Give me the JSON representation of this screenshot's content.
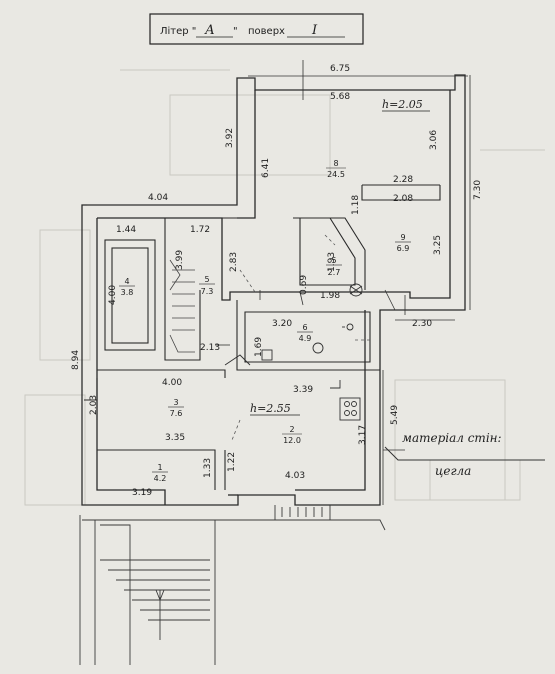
{
  "header": {
    "litera_label": "Літер \"",
    "litera_value": "А",
    "litera_close": "\"",
    "floor_label": "поверх",
    "floor_value": "I"
  },
  "dimensions": {
    "top_outer": "6.75",
    "top_inner": "5.68",
    "left_upper": "3.92",
    "room8_height": "6.41",
    "right_outer": "7.30",
    "right_upper": "3.06",
    "inner_228": "2.28",
    "inner_208": "2.08",
    "inner_118": "1.18",
    "right_lower": "3.25",
    "width_404": "4.04",
    "w_144": "1.44",
    "w_172": "1.72",
    "h_399": "3.99",
    "h_283": "2.83",
    "h_400_left": "4.00",
    "h_193": "1.93",
    "h_069": "0.69",
    "w_198": "1.98",
    "w_230": "2.30",
    "w_320": "3.20",
    "h_894": "8.94",
    "h_213": "2.13",
    "h_169": "1.69",
    "w_400": "4.00",
    "w_339": "3.39",
    "h_549": "5.49",
    "h_203": "2.03",
    "w_335": "3.35",
    "h_317": "3.17",
    "h_133": "1.33",
    "h_122": "1.22",
    "w_403": "4.03",
    "w_319": "3.19"
  },
  "heights": {
    "upper": "h=2.05",
    "lower": "h=2.55"
  },
  "rooms": [
    {
      "num": "8",
      "area": "24.5"
    },
    {
      "num": "9",
      "area": "6.9"
    },
    {
      "num": "5",
      "area": "2.7"
    },
    {
      "num": "4",
      "area": "3.8"
    },
    {
      "num": "5",
      "area": "7.3"
    },
    {
      "num": "6",
      "area": "4.9"
    },
    {
      "num": "3",
      "area": "7.6"
    },
    {
      "num": "2",
      "area": "12.0"
    },
    {
      "num": "1",
      "area": "4.2"
    }
  ],
  "annotation": {
    "line1": "матеріал стін:",
    "line2": "цегла"
  }
}
